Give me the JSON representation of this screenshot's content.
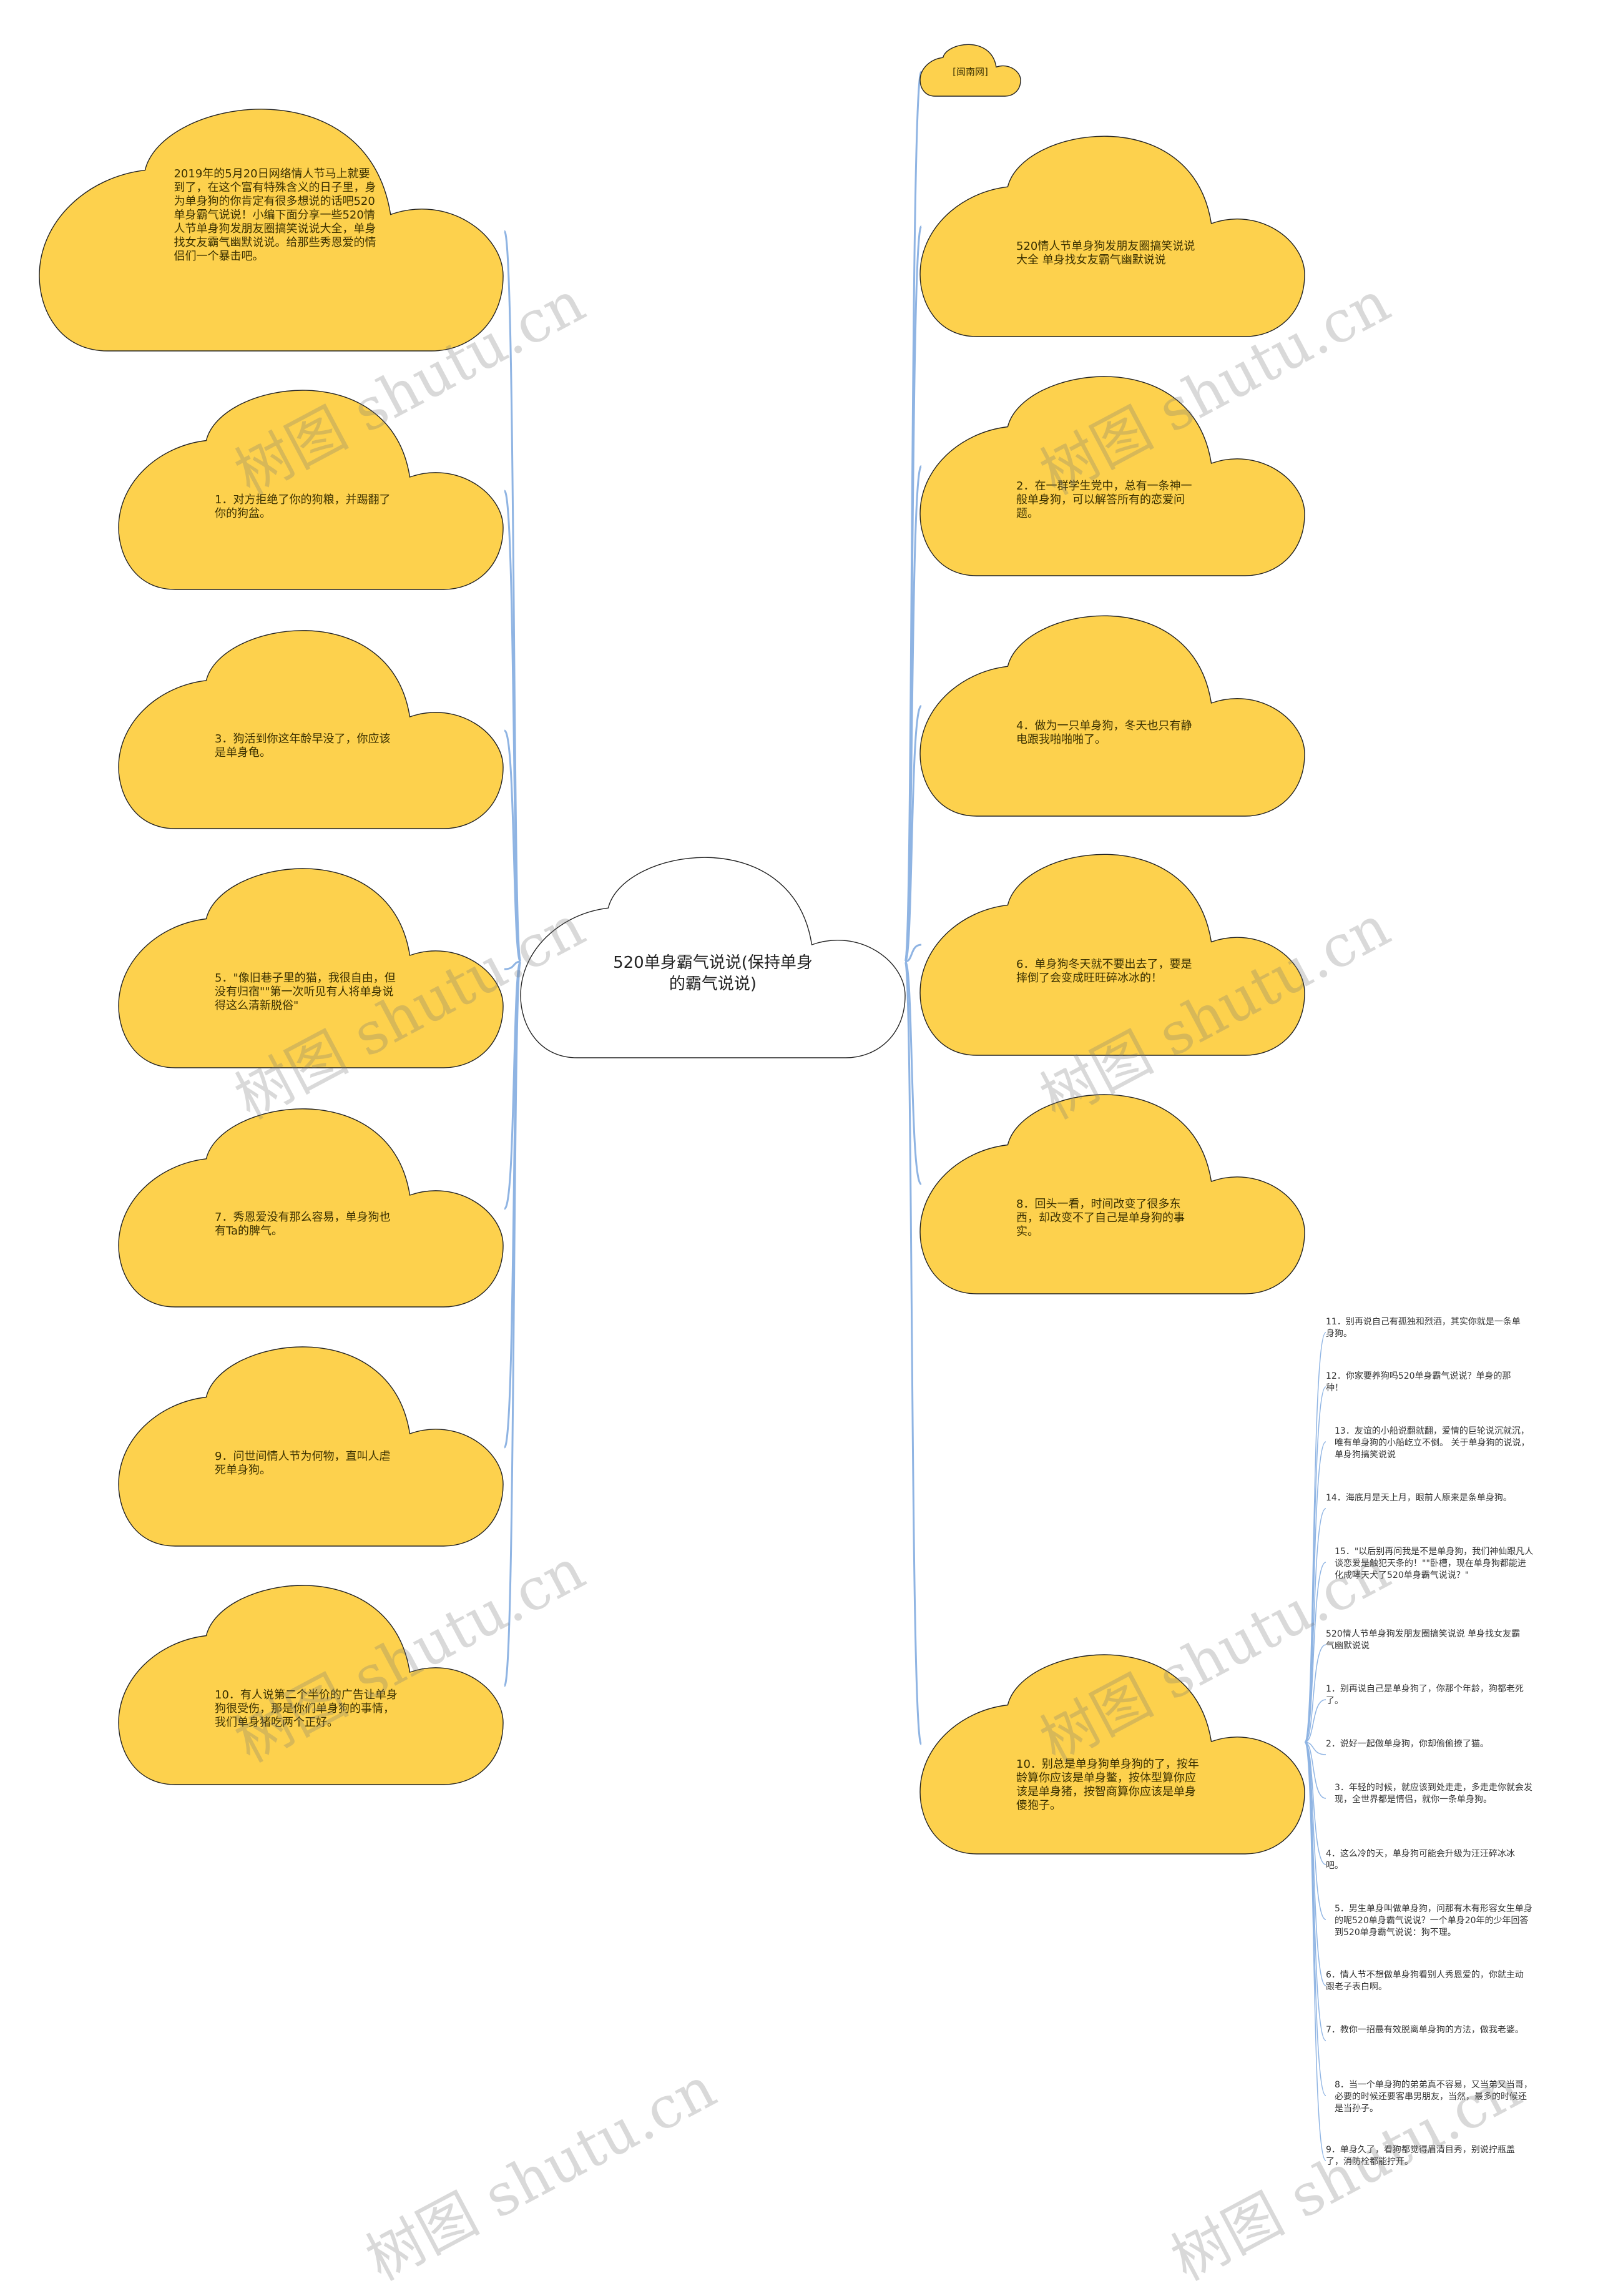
{
  "colors": {
    "node_fill": "#FDD14D",
    "node_stroke": "#222222",
    "link": "#8FB4E3",
    "center_fill": "#FFFFFF"
  },
  "center": {
    "title": "520单身霸气说说(保持单身的霸气说说)"
  },
  "left_nodes": [
    {
      "text": "2019年的5月20日网络情人节马上就要到了，在这个富有特殊含义的日子里，身为单身狗的你肯定有很多想说的话吧520单身霸气说说！小编下面分享一些520情人节单身狗发朋友圈搞笑说说大全，单身找女友霸气幽默说说。给那些秀恩爱的情侣们一个暴击吧。"
    },
    {
      "text": "1．对方拒绝了你的狗粮，并踢翻了你的狗盆。"
    },
    {
      "text": "3．狗活到你这年龄早没了，你应该是单身龟。"
    },
    {
      "text": "5．\"像旧巷子里的猫，我很自由，但没有归宿\"\"第一次听见有人将单身说得这么清新脱俗\""
    },
    {
      "text": "7．秀恩爱没有那么容易，单身狗也有Ta的脾气。"
    },
    {
      "text": "9．问世间情人节为何物，直叫人虐死单身狗。"
    },
    {
      "text": "10．有人说第二个半价的广告让单身狗很受伤，那是你们单身狗的事情，我们单身猪吃两个正好。"
    }
  ],
  "right_tag": {
    "text": "[闽南网]"
  },
  "right_nodes": [
    {
      "text": "520情人节单身狗发朋友圈搞笑说说大全 单身找女友霸气幽默说说"
    },
    {
      "text": "2．在一群学生党中，总有一条神一般单身狗，可以解答所有的恋爱问题。"
    },
    {
      "text": "4．做为一只单身狗，冬天也只有静电跟我啪啪啪了。"
    },
    {
      "text": "6．单身狗冬天就不要出去了，要是摔倒了会变成旺旺碎冰冰的！"
    },
    {
      "text": "8．回头一看，时间改变了很多东西，却改变不了自己是单身狗的事实。"
    },
    {
      "text": "10．别总是单身狗单身狗的了，按年龄算你应该是单身鳖，按体型算你应该是单身猪，按智商算你应该是单身傻狍子。"
    }
  ],
  "leaf_items": [
    "11．别再说自己有孤独和烈酒，其实你就是一条单身狗。",
    "12．你家要养狗吗520单身霸气说说？单身的那种！",
    "13．友谊的小船说翻就翻，爱情的巨轮说沉就沉，唯有单身狗的小船屹立不倒。 关于单身狗的说说，单身狗搞笑说说",
    "14．海底月是天上月，眼前人原来是条单身狗。",
    "15．\"以后别再问我是不是单身狗，我们神仙跟凡人谈恋爱是触犯天条的！\"\"卧槽，现在单身狗都能进化成哮天犬了520单身霸气说说？\"",
    "520情人节单身狗发朋友圈搞笑说说 单身找女友霸气幽默说说",
    "1．别再说自己是单身狗了，你那个年龄，狗都老死了。",
    "2．说好一起做单身狗，你却偷偷撩了猫。",
    "3．年轻的时候，就应该到处走走，多走走你就会发现，全世界都是情侣，就你一条单身狗。",
    "4．这么冷的天，单身狗可能会升级为汪汪碎冰冰吧。",
    "5．男生单身叫做单身狗，问那有木有形容女生单身的呢520单身霸气说说？一个单身20年的少年回答到520单身霸气说说：狗不理。",
    "6．情人节不想做单身狗看别人秀恩爱的，你就主动跟老子表白啊。",
    "7．教你一招最有效脱离单身狗的方法，做我老婆。",
    "8．当一个单身狗的弟弟真不容易，又当弟又当哥，必要的时候还要客串男朋友，当然，最多的时候还是当孙子。",
    "9．单身久了，看狗都觉得眉清目秀，别说拧瓶盖了，消防栓都能拧开。"
  ],
  "watermark": "树图 shutu.cn"
}
